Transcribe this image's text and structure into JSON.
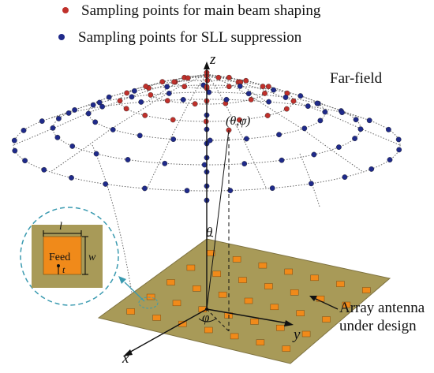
{
  "legend": {
    "items": [
      {
        "label": "Sampling points for main beam shaping",
        "color": "#c0302b"
      },
      {
        "label": "Sampling points for SLL suppression",
        "color": "#1f2a8a"
      }
    ]
  },
  "labels": {
    "far_field": "Far-field",
    "z_axis": "z",
    "y_axis": "y",
    "x_axis": "x",
    "angle_point": "(θ,φ)",
    "theta": "θ",
    "phi": "φ",
    "array_line1": "Array antenna",
    "array_line2": "under design"
  },
  "inset": {
    "feed_label": "Feed",
    "l_label": "l",
    "w_label": "w",
    "t_label": "t"
  },
  "colors": {
    "substrate": "#a89a58",
    "patch": "#f08a1a",
    "inset_circle": "#3a9ab0",
    "main_beam_point": "#c0302b",
    "sll_point": "#1f2a8a",
    "grid": "#666666"
  }
}
